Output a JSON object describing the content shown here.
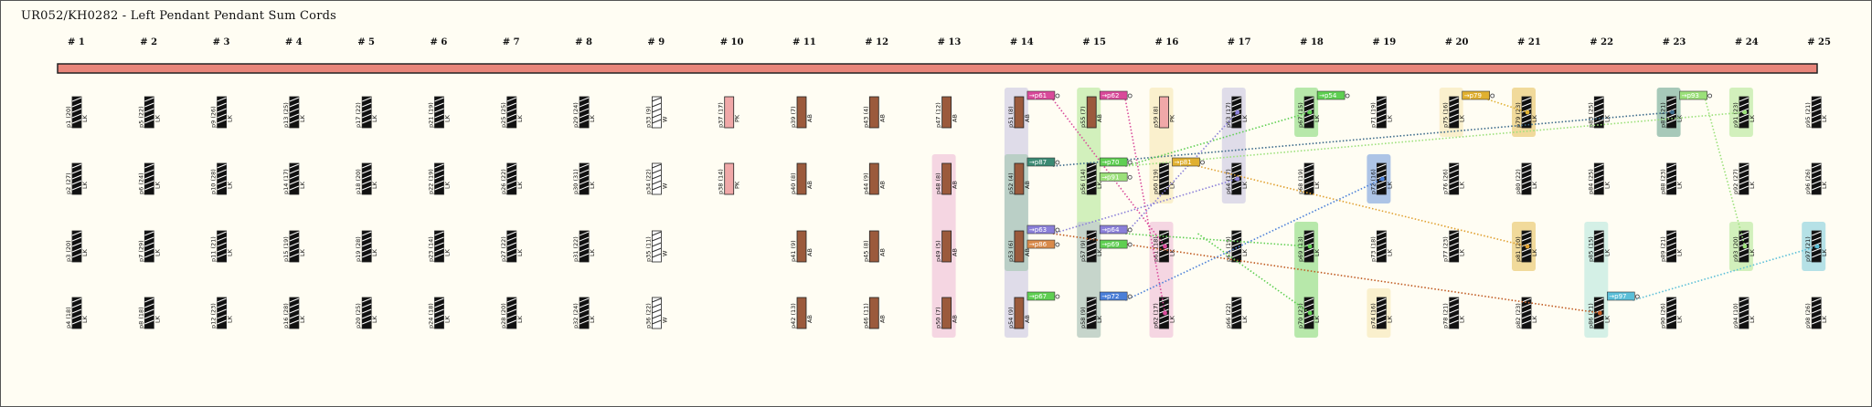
{
  "title": "UR052/KH0282 - Left Pendant Pendant Sum Cords",
  "colors": {
    "main_cord": "#e8857a",
    "main_cord_border": "#222",
    "knot": "#111",
    "AB": "#9b5a3c",
    "PK": "#f0a8a8",
    "W": "#ffffff",
    "hl_pink": "#e9a6cf",
    "hl_green": "#9be07a",
    "hl_lav": "#b7b3dd",
    "hl_yellow": "#f3e0a0",
    "hl_teal": "#9fe0d8",
    "hl_sage": "#8fbf9c"
  },
  "groups": [
    "# 1",
    "# 2",
    "# 3",
    "# 4",
    "# 5",
    "# 6",
    "# 7",
    "# 8",
    "# 9",
    "# 10",
    "# 11",
    "# 12",
    "# 13",
    "# 14",
    "# 15",
    "# 16",
    "# 17",
    "# 18",
    "# 19",
    "# 20",
    "# 21",
    "# 22",
    "# 23",
    "# 24",
    "# 25"
  ],
  "cords": [
    {
      "g": 0,
      "r": 0,
      "label": "p1 (20)",
      "color": "LK"
    },
    {
      "g": 0,
      "r": 1,
      "label": "p2 (27)",
      "color": "LK"
    },
    {
      "g": 0,
      "r": 2,
      "label": "p3 (20)",
      "color": "LK"
    },
    {
      "g": 0,
      "r": 3,
      "label": "p4 (18)",
      "color": "LK"
    },
    {
      "g": 1,
      "r": 0,
      "label": "p5 (22)",
      "color": "LK"
    },
    {
      "g": 1,
      "r": 1,
      "label": "p6 (24)",
      "color": "LK"
    },
    {
      "g": 1,
      "r": 2,
      "label": "p7 (29)",
      "color": "LK"
    },
    {
      "g": 1,
      "r": 3,
      "label": "p8 (18)",
      "color": "LK"
    },
    {
      "g": 2,
      "r": 0,
      "label": "p9 (26)",
      "color": "LK"
    },
    {
      "g": 2,
      "r": 1,
      "label": "p10 (28)",
      "color": "LK"
    },
    {
      "g": 2,
      "r": 2,
      "label": "p11 (21)",
      "color": "LK"
    },
    {
      "g": 2,
      "r": 3,
      "label": "p12 (23)",
      "color": "LK"
    },
    {
      "g": 3,
      "r": 0,
      "label": "p13 (25)",
      "color": "LK"
    },
    {
      "g": 3,
      "r": 1,
      "label": "p14 (17)",
      "color": "LK"
    },
    {
      "g": 3,
      "r": 2,
      "label": "p15 (19)",
      "color": "LK"
    },
    {
      "g": 3,
      "r": 3,
      "label": "p16 (28)",
      "color": "LK"
    },
    {
      "g": 4,
      "r": 0,
      "label": "p17 (22)",
      "color": "LK"
    },
    {
      "g": 4,
      "r": 1,
      "label": "p18 (20)",
      "color": "LK"
    },
    {
      "g": 4,
      "r": 2,
      "label": "p19 (28)",
      "color": "LK"
    },
    {
      "g": 4,
      "r": 3,
      "label": "p20 (25)",
      "color": "LK"
    },
    {
      "g": 5,
      "r": 0,
      "label": "p21 (19)",
      "color": "LK"
    },
    {
      "g": 5,
      "r": 1,
      "label": "p22 (19)",
      "color": "LK"
    },
    {
      "g": 5,
      "r": 2,
      "label": "p23 (14)",
      "color": "LK"
    },
    {
      "g": 5,
      "r": 3,
      "label": "p24 (18)",
      "color": "LK"
    },
    {
      "g": 6,
      "r": 0,
      "label": "p25 (25)",
      "color": "LK"
    },
    {
      "g": 6,
      "r": 1,
      "label": "p26 (22)",
      "color": "LK"
    },
    {
      "g": 6,
      "r": 2,
      "label": "p27 (22)",
      "color": "LK"
    },
    {
      "g": 6,
      "r": 3,
      "label": "p28 (20)",
      "color": "LK"
    },
    {
      "g": 7,
      "r": 0,
      "label": "p29 (24)",
      "color": "LK"
    },
    {
      "g": 7,
      "r": 1,
      "label": "p30 (31)",
      "color": "LK"
    },
    {
      "g": 7,
      "r": 2,
      "label": "p31 (22)",
      "color": "LK"
    },
    {
      "g": 7,
      "r": 3,
      "label": "p32 (24)",
      "color": "LK"
    },
    {
      "g": 8,
      "r": 0,
      "label": "p33 (9)",
      "color": "W"
    },
    {
      "g": 8,
      "r": 1,
      "label": "p34 (22)",
      "color": "W"
    },
    {
      "g": 8,
      "r": 2,
      "label": "p35 (11)",
      "color": "W"
    },
    {
      "g": 8,
      "r": 3,
      "label": "p36 (22)",
      "color": "W"
    },
    {
      "g": 9,
      "r": 0,
      "label": "p37 (17)",
      "color": "PK"
    },
    {
      "g": 9,
      "r": 1,
      "label": "p38 (14)",
      "color": "PK"
    },
    {
      "g": 10,
      "r": 0,
      "label": "p39 (7)",
      "color": "AB"
    },
    {
      "g": 10,
      "r": 1,
      "label": "p40 (8)",
      "color": "AB"
    },
    {
      "g": 10,
      "r": 2,
      "label": "p41 (9)",
      "color": "AB"
    },
    {
      "g": 10,
      "r": 3,
      "label": "p42 (13)",
      "color": "AB"
    },
    {
      "g": 11,
      "r": 0,
      "label": "p43 (4)",
      "color": "AB"
    },
    {
      "g": 11,
      "r": 1,
      "label": "p44 (9)",
      "color": "AB"
    },
    {
      "g": 11,
      "r": 2,
      "label": "p45 (8)",
      "color": "AB"
    },
    {
      "g": 11,
      "r": 3,
      "label": "p46 (11)",
      "color": "AB"
    },
    {
      "g": 12,
      "r": 0,
      "label": "p47 (12)",
      "color": "AB"
    },
    {
      "g": 12,
      "r": 1,
      "label": "p48 (8)",
      "color": "AB"
    },
    {
      "g": 12,
      "r": 2,
      "label": "p49 (5)",
      "color": "AB"
    },
    {
      "g": 12,
      "r": 3,
      "label": "p50 (7)",
      "color": "AB"
    },
    {
      "g": 13,
      "r": 0,
      "label": "p51 (8)",
      "color": "AB"
    },
    {
      "g": 13,
      "r": 1,
      "label": "p52 (4)",
      "color": "AB"
    },
    {
      "g": 13,
      "r": 2,
      "label": "p53 (6)",
      "color": "AB"
    },
    {
      "g": 13,
      "r": 3,
      "label": "p54 (9)",
      "color": "AB"
    },
    {
      "g": 14,
      "r": 0,
      "label": "p55 (7)",
      "color": "AB"
    },
    {
      "g": 14,
      "r": 1,
      "label": "p56 (14)",
      "color": "LK"
    },
    {
      "g": 14,
      "r": 2,
      "label": "p57 (9)",
      "color": "LK"
    },
    {
      "g": 14,
      "r": 3,
      "label": "p58 (9)",
      "color": "LK"
    },
    {
      "g": 15,
      "r": 0,
      "label": "p59 (8)",
      "color": "PK"
    },
    {
      "g": 15,
      "r": 1,
      "label": "p60 (19)",
      "color": "LK"
    },
    {
      "g": 15,
      "r": 2,
      "label": "p61 (18)",
      "color": "LK"
    },
    {
      "g": 15,
      "r": 3,
      "label": "p62 (17)",
      "color": "LK"
    },
    {
      "g": 16,
      "r": 0,
      "label": "p63 (17)",
      "color": "LK"
    },
    {
      "g": 16,
      "r": 1,
      "label": "p64 (17)",
      "color": "LK"
    },
    {
      "g": 16,
      "r": 2,
      "label": "p65 (19)",
      "color": "LK"
    },
    {
      "g": 16,
      "r": 3,
      "label": "p66 (22)",
      "color": "LK"
    },
    {
      "g": 17,
      "r": 0,
      "label": "p67 (15)",
      "color": "LK"
    },
    {
      "g": 17,
      "r": 1,
      "label": "p68 (19)",
      "color": "LK"
    },
    {
      "g": 17,
      "r": 2,
      "label": "p69 (13)",
      "color": "LK"
    },
    {
      "g": 17,
      "r": 3,
      "label": "p70 (23)",
      "color": "LK"
    },
    {
      "g": 18,
      "r": 0,
      "label": "p71 (19)",
      "color": "LK"
    },
    {
      "g": 18,
      "r": 1,
      "label": "p72 (16)",
      "color": "LK"
    },
    {
      "g": 18,
      "r": 2,
      "label": "p73 (18)",
      "color": "LK"
    },
    {
      "g": 18,
      "r": 3,
      "label": "p74 (16)",
      "color": "LK"
    },
    {
      "g": 19,
      "r": 0,
      "label": "p75 (16)",
      "color": "LK"
    },
    {
      "g": 19,
      "r": 1,
      "label": "p76 (26)",
      "color": "LK"
    },
    {
      "g": 19,
      "r": 2,
      "label": "p77 (23)",
      "color": "LK"
    },
    {
      "g": 19,
      "r": 3,
      "label": "p78 (21)",
      "color": "LK"
    },
    {
      "g": 20,
      "r": 0,
      "label": "p79 (23)",
      "color": "LK"
    },
    {
      "g": 20,
      "r": 1,
      "label": "p80 (22)",
      "color": "LK"
    },
    {
      "g": 20,
      "r": 2,
      "label": "p81 (20)",
      "color": "LK"
    },
    {
      "g": 20,
      "r": 3,
      "label": "p82 (23)",
      "color": "LK"
    },
    {
      "g": 21,
      "r": 0,
      "label": "p83 (25)",
      "color": "LK"
    },
    {
      "g": 21,
      "r": 1,
      "label": "p84 (25)",
      "color": "LK"
    },
    {
      "g": 21,
      "r": 2,
      "label": "p85 (15)",
      "color": "LK"
    },
    {
      "g": 21,
      "r": 3,
      "label": "p86 (21)",
      "color": "LK"
    },
    {
      "g": 22,
      "r": 0,
      "label": "p87 (21)",
      "color": "LK"
    },
    {
      "g": 22,
      "r": 1,
      "label": "p88 (23)",
      "color": "LK"
    },
    {
      "g": 22,
      "r": 2,
      "label": "p89 (21)",
      "color": "LK"
    },
    {
      "g": 22,
      "r": 3,
      "label": "p90 (26)",
      "color": "LK"
    },
    {
      "g": 23,
      "r": 0,
      "label": "p91 (23)",
      "color": "LK"
    },
    {
      "g": 23,
      "r": 1,
      "label": "p92 (27)",
      "color": "LK"
    },
    {
      "g": 23,
      "r": 2,
      "label": "p93 (20)",
      "color": "LK"
    },
    {
      "g": 23,
      "r": 3,
      "label": "p94 (10)",
      "color": "LK"
    },
    {
      "g": 24,
      "r": 0,
      "label": "p95 (21)",
      "color": "LK"
    },
    {
      "g": 24,
      "r": 1,
      "label": "p96 (26)",
      "color": "LK"
    },
    {
      "g": 24,
      "r": 2,
      "label": "p97 (21)",
      "color": "LK"
    },
    {
      "g": 24,
      "r": 3,
      "label": "p98 (26)",
      "color": "LK"
    }
  ],
  "sum_tags": [
    {
      "label": "→p61",
      "g": 13,
      "r": 0,
      "color": "#d94a9a"
    },
    {
      "label": "→p62",
      "g": 14,
      "r": 0,
      "color": "#d94a9a"
    },
    {
      "label": "→p87",
      "g": 13,
      "r": 1,
      "color": "#3b8a73"
    },
    {
      "label": "→p70",
      "g": 14,
      "r": 1,
      "color": "#5fcf52"
    },
    {
      "label": "→p91",
      "g": 14,
      "r": 1.22,
      "color": "#9be07a"
    },
    {
      "label": "→p81",
      "g": 15,
      "r": 1,
      "color": "#e0b030"
    },
    {
      "label": "→p63",
      "g": 13,
      "r": 2,
      "color": "#8a7fd8"
    },
    {
      "label": "→p86",
      "g": 13,
      "r": 2.22,
      "color": "#d98a4a"
    },
    {
      "label": "→p64",
      "g": 14,
      "r": 2,
      "color": "#8a7fd8"
    },
    {
      "label": "→p69",
      "g": 14,
      "r": 2.22,
      "color": "#5fcf52"
    },
    {
      "label": "→p67",
      "g": 13,
      "r": 3,
      "color": "#5fcf52"
    },
    {
      "label": "→p72",
      "g": 14,
      "r": 3,
      "color": "#4a7fd8"
    },
    {
      "label": "→p54",
      "g": 17,
      "r": 0,
      "color": "#5fcf52"
    },
    {
      "label": "→p79",
      "g": 19,
      "r": 0,
      "color": "#e0b030"
    },
    {
      "label": "→p93",
      "g": 22,
      "r": 0,
      "color": "#9be07a"
    },
    {
      "label": "→p97",
      "g": 21,
      "r": 3,
      "color": "#5bbfd8"
    }
  ],
  "links": [
    {
      "from": [
        13,
        0
      ],
      "to": [
        15,
        2
      ],
      "color": "#d94a9a"
    },
    {
      "from": [
        14,
        0
      ],
      "to": [
        15,
        3
      ],
      "color": "#d94a9a"
    },
    {
      "from": [
        13,
        1
      ],
      "to": [
        22,
        0
      ],
      "color": "#3b6a8a"
    },
    {
      "from": [
        14,
        1
      ],
      "to": [
        23,
        0
      ],
      "color": "#9be07a"
    },
    {
      "from": [
        14,
        1
      ],
      "to": [
        17,
        0
      ],
      "color": "#5fcf52"
    },
    {
      "from": [
        15,
        1
      ],
      "to": [
        20,
        2
      ],
      "color": "#e0a030"
    },
    {
      "from": [
        13,
        2
      ],
      "to": [
        16,
        1
      ],
      "color": "#8a7fd8"
    },
    {
      "from": [
        13,
        2
      ],
      "to": [
        21,
        3
      ],
      "color": "#c05a20"
    },
    {
      "from": [
        14,
        2
      ],
      "to": [
        16,
        0
      ],
      "color": "#8a7fd8"
    },
    {
      "from": [
        14,
        2
      ],
      "to": [
        17,
        2
      ],
      "color": "#5fcf52"
    },
    {
      "from": [
        15,
        2
      ],
      "to": [
        17,
        3
      ],
      "color": "#5fcf52"
    },
    {
      "from": [
        14,
        3
      ],
      "to": [
        18,
        1
      ],
      "color": "#4a7fd8"
    },
    {
      "from": [
        19,
        0
      ],
      "to": [
        20,
        0
      ],
      "color": "#e0b030"
    },
    {
      "from": [
        22,
        0
      ],
      "to": [
        23,
        2
      ],
      "color": "#9be07a"
    },
    {
      "from": [
        21,
        3
      ],
      "to": [
        24,
        2
      ],
      "color": "#5bbfd8"
    }
  ],
  "highlights": [
    {
      "g": 12,
      "r0": 1,
      "r1": 3,
      "color": "#e9a6cf"
    },
    {
      "g": 13,
      "r0": 0,
      "r1": 3,
      "color": "#b7b3dd"
    },
    {
      "g": 13,
      "r0": 1,
      "r1": 2,
      "color": "#8fbf9c"
    },
    {
      "g": 14,
      "r0": 0,
      "r1": 3,
      "color": "#9be07a"
    },
    {
      "g": 14,
      "r0": 2,
      "r1": 3,
      "color": "#b7b3dd"
    },
    {
      "g": 15,
      "r0": 0,
      "r1": 1,
      "color": "#f3e0a0"
    },
    {
      "g": 15,
      "r0": 2,
      "r1": 3,
      "color": "#e9a6cf"
    },
    {
      "g": 16,
      "r0": 0,
      "r1": 1,
      "color": "#b7b3dd"
    },
    {
      "g": 17,
      "r0": 0,
      "r1": 0,
      "color": "#5fcf52"
    },
    {
      "g": 17,
      "r0": 2,
      "r1": 3,
      "color": "#5fcf52"
    },
    {
      "g": 18,
      "r0": 1,
      "r1": 1,
      "color": "#4a7fd8"
    },
    {
      "g": 18,
      "r0": 3,
      "r1": 3,
      "color": "#f3e0a0"
    },
    {
      "g": 19,
      "r0": 0,
      "r1": 0,
      "color": "#f3e0a0"
    },
    {
      "g": 20,
      "r0": 0,
      "r1": 0,
      "color": "#e0b030"
    },
    {
      "g": 20,
      "r0": 2,
      "r1": 2,
      "color": "#e0b030"
    },
    {
      "g": 21,
      "r0": 2,
      "r1": 3,
      "color": "#9fe0d8"
    },
    {
      "g": 22,
      "r0": 0,
      "r1": 0,
      "color": "#3b8a73"
    },
    {
      "g": 23,
      "r0": 0,
      "r1": 0,
      "color": "#9be07a"
    },
    {
      "g": 23,
      "r0": 2,
      "r1": 2,
      "color": "#9be07a"
    },
    {
      "g": 24,
      "r0": 2,
      "r1": 2,
      "color": "#5bbfd8"
    }
  ]
}
